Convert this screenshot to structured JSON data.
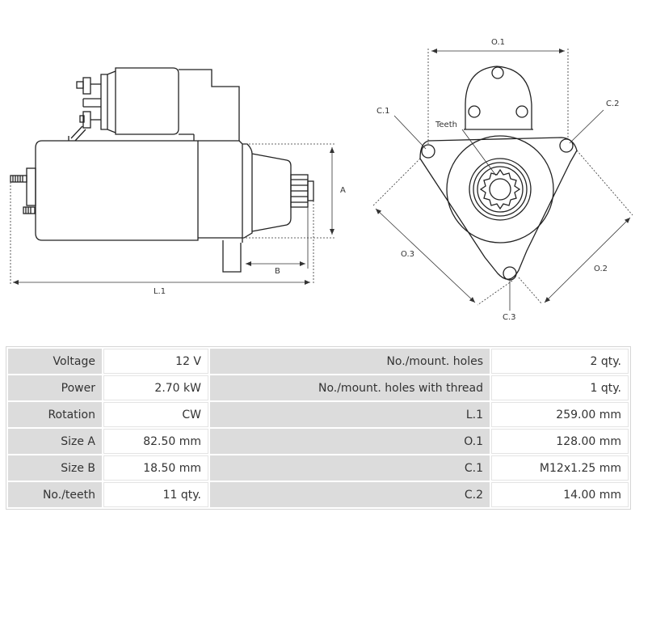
{
  "diagram": {
    "labels": {
      "dim_a": "A",
      "dim_b": "B",
      "dim_l1": "L.1",
      "dim_o1": "O.1",
      "dim_o2": "O.2",
      "dim_o3": "O.3",
      "dim_c1": "C.1",
      "dim_c2": "C.2",
      "dim_c3": "C.3",
      "teeth": "Teeth"
    }
  },
  "specs": {
    "rows": [
      {
        "label": "Voltage",
        "value": "12 V",
        "label2": "No./mount. holes",
        "value2": "2 qty."
      },
      {
        "label": "Power",
        "value": "2.70 kW",
        "label2": "No./mount. holes with thread",
        "value2": "1 qty."
      },
      {
        "label": "Rotation",
        "value": "CW",
        "label2": "L.1",
        "value2": "259.00 mm"
      },
      {
        "label": "Size A",
        "value": "82.50 mm",
        "label2": "O.1",
        "value2": "128.00 mm"
      },
      {
        "label": "Size B",
        "value": "18.50 mm",
        "label2": "C.1",
        "value2": "M12x1.25 mm"
      },
      {
        "label": "No./teeth",
        "value": "11 qty.",
        "label2": "C.2",
        "value2": "14.00 mm"
      }
    ]
  },
  "colors": {
    "line": "#222222",
    "label_bg": "#dcdcdc",
    "dim_line": "#333333"
  }
}
